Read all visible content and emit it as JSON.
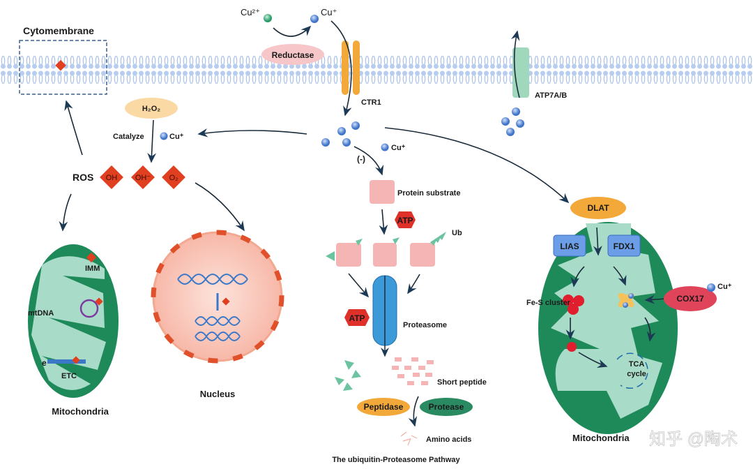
{
  "membrane": {
    "title": "Cytomembrane",
    "reductase": "Reductase",
    "ctr1": "CTR1",
    "atp7": "ATP7A/B",
    "cu2": "Cu²⁺",
    "cu1": "Cu⁺"
  },
  "ros": {
    "h2o2": "H₂O₂",
    "catalyze": "Catalyze",
    "cu": "Cu⁺",
    "label": "ROS",
    "species": [
      "OH",
      "OH⁻",
      "O₂"
    ]
  },
  "left_mito": {
    "imm": "IMM",
    "mtdna": "mtDNA",
    "e": "e",
    "etc": "ETC",
    "title": "Mitochondria"
  },
  "nucleus": {
    "title": "Nucleus"
  },
  "ups": {
    "inhibit": "(-)",
    "cu": "Cu⁺",
    "substrate": "Protein substrate",
    "atp": "ATP",
    "ub": "Ub",
    "proteasome": "Proteasome",
    "short_peptide": "Short peptide",
    "peptidase": "Peptidase",
    "protease": "Protease",
    "amino_acids": "Amino acids",
    "title": "The ubiquitin-Proteasome Pathway"
  },
  "right_mito": {
    "dlat": "DLAT",
    "lias": "LIAS",
    "fdx1": "FDX1",
    "fes": "Fe-S cluster",
    "cox17": "COX17",
    "cu": "Cu⁺",
    "tca1": "TCA",
    "tca2": "cycle",
    "title": "Mitochondria"
  },
  "watermark": "知乎 @陶术",
  "colors": {
    "mito_dark": "#1e8a5a",
    "mito_light": "#a8dcc8",
    "copper": "#5b8fd6",
    "ros": "#e0401f",
    "membrane": "#a9c4ec"
  }
}
